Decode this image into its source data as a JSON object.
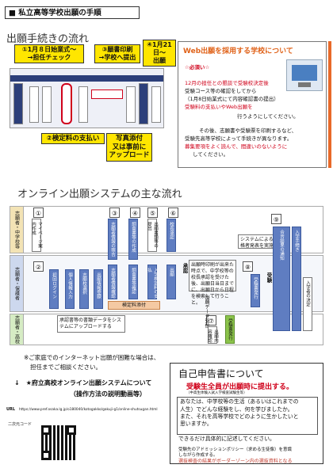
{
  "header": {
    "title": "■ 私立高等学校出願の手順"
  },
  "section1": {
    "title": "出願手続きの流れ"
  },
  "callouts": {
    "c1_line1": "①1月８日始業式～",
    "c1_line2": "→担任チェック",
    "c3_line1": "③願書印刷",
    "c3_line2": "→学校へ提出",
    "c4_line1": "④1月21日～",
    "c4_line2": "出願",
    "c2": "②検定料の支払い",
    "photo_line1": "写真添付",
    "photo_line2": "又は事前に",
    "photo_line3": "アップロード"
  },
  "web_box": {
    "title": "Web出願を採用する学校について",
    "badge": "☆必須い☆",
    "line1": "12月の担任との懇談で受験校決定後",
    "line2": "受験コース等の確認をしてから",
    "line3": "（1月8日始業式にて内容確認書の提出）",
    "line4": "受験料の支払いやWeb出願を",
    "line5": "行うようにしてください。",
    "line6": "その後、志願書や受験票を印刷するなど、",
    "line7": "受験先高等学校によって手続きが異なります。",
    "line8": "募集要項をよく読んで、間違いのないように",
    "line9": "してください。"
  },
  "section2": {
    "title": "オンライン出願システムの主な流れ"
  },
  "lanes": {
    "lane1": "志願者・中学校等",
    "lane2": "志願者・保護者",
    "lane3": "志願者・高校"
  },
  "flow_labels": {
    "b1": "マイページ案内作成",
    "b3a": "志願者情報の照合",
    "b3b": "志願者情報確認",
    "b4a": "調査書等の作成",
    "b4b": "調査書等確認",
    "b5": "出願書類等の提出",
    "b6": "校長承認",
    "s2a": "初回ログイン",
    "s2b": "個人情報入力",
    "s2c": "志願校選択",
    "s2d": "出願情報登録",
    "s2e": "入学検定料の支払",
    "s2f": "出願",
    "s7": "出願内容確認",
    "s8": "受験票発行",
    "s9a": "合否結果の通知",
    "s9b": "入学手続き",
    "s9c": "入学者の決定",
    "ship": "承認",
    "receive": "出願データ受信",
    "check_label": "検定料添付",
    "review": "受験"
  },
  "nums": [
    "①",
    "②",
    "③",
    "④",
    "⑤",
    "⑥",
    "⑦",
    "⑧",
    "⑨"
  ],
  "notes": {
    "upload": "承認書等の書類データをシステムにアップロードする",
    "system": "システムによる合格者発表を実施",
    "center": "出願時印刷が出来た時点で、中学校等の校長承認を受けた後、出願日当日までに、出願日から日程を検索して行うこと。"
  },
  "bottom": {
    "note1": "※ご家庭でのインターネット出願が困難な場合は、",
    "note2": "担任までご相談ください。",
    "arrow_title1": "↓　★府立高校オンライン出願システムについて",
    "arrow_title2": "（操作方法の説明動画等）",
    "url_label": "URL",
    "url": "https://www.pref.osaka.lg.jp/o180040/kotogakko/gakuji-g1/online-shutsugan.html",
    "qr_label": "二次元コード"
  },
  "self_report": {
    "title": "自己申告書について",
    "subtitle": "受験生全員が出願時に提出する。",
    "caption": "（中高生体験入試入学検査試験生等）",
    "body1": "あなたは、中学校等の生活（あるいはこれまでの",
    "body2": "人生）でどんな経験をし、何を学びましたか。",
    "body3": "また、それを高等学校でどのように生かしたいと",
    "body4": "思いますか。",
    "body5": "できるだけ具体的に記述してください。",
    "foot1": "受験先のアドミッションポリシー（求める生徒像）を意識",
    "foot2": "しながら作成する。",
    "foot3": "選抜検査の結果がボーダーゾーン内の選抜資料となる"
  }
}
